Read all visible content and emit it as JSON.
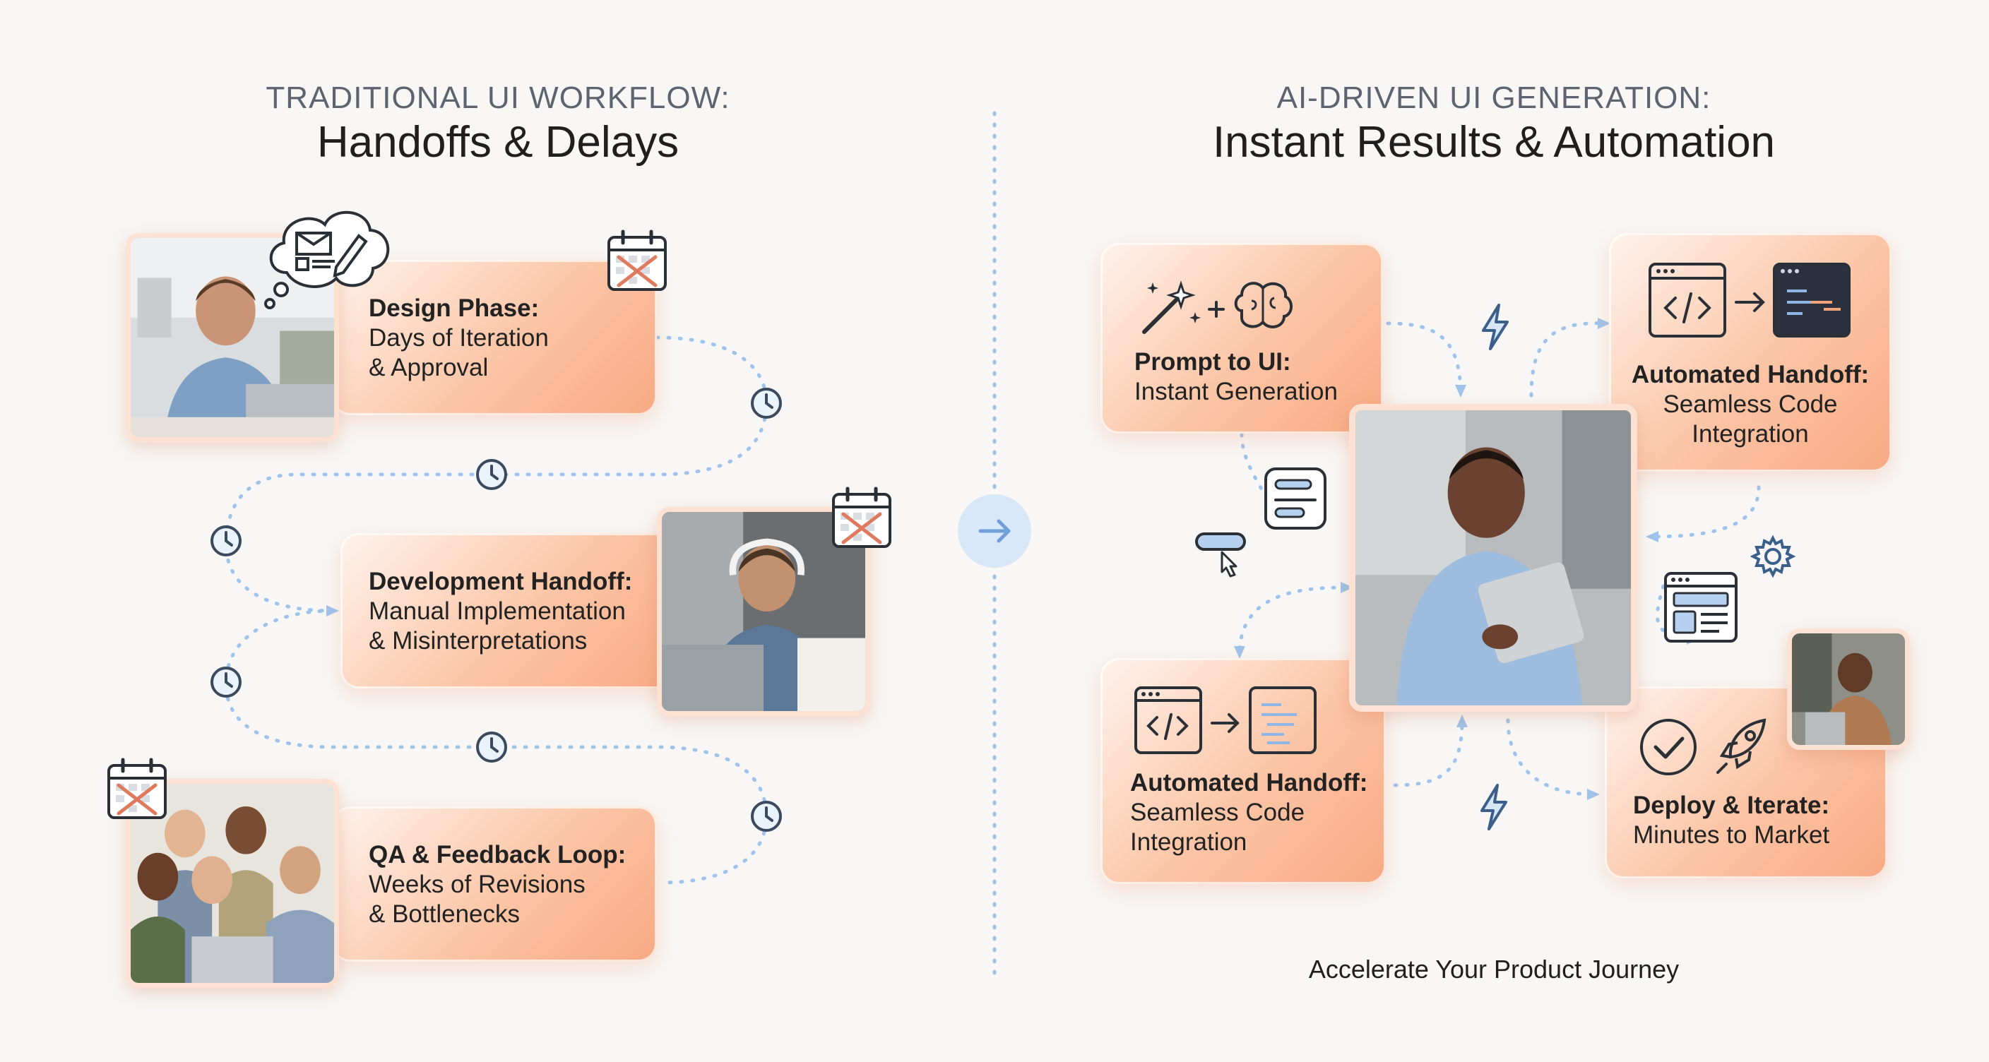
{
  "left": {
    "subtitle": "TRADITIONAL UI WORKFLOW:",
    "title": "Handoffs & Delays",
    "cards": [
      {
        "title": "Design Phase:",
        "lines": [
          "Days of Iteration",
          "& Approval"
        ]
      },
      {
        "title": "Development Handoff:",
        "lines": [
          "Manual Implementation",
          "& Misinterpretations"
        ]
      },
      {
        "title": "QA & Feedback Loop:",
        "lines": [
          "Weeks of Revisions",
          "& Bottlenecks"
        ]
      }
    ]
  },
  "right": {
    "subtitle": "AI-DRIVEN UI GENERATION:",
    "title": "Instant Results & Automation",
    "cards": [
      {
        "title": "Prompt to UI:",
        "lines": [
          "Instant Generation"
        ]
      },
      {
        "title": "Automated Handoff:",
        "lines": [
          "Seamless Code",
          "Integration"
        ]
      },
      {
        "title": "Automated Handoff:",
        "lines": [
          "Seamless Code",
          "Integration"
        ]
      },
      {
        "title": "Deploy & Iterate:",
        "lines": [
          "Minutes to Market"
        ]
      }
    ],
    "tagline": "Accelerate Your Product Journey"
  },
  "icons": {
    "calendar": "calendar-cross-icon",
    "clock": "clock-icon",
    "arrow": "arrow-right-icon",
    "bolt": "lightning-icon",
    "gear": "gear-icon",
    "rocket": "rocket-icon",
    "check": "checkmark-circle-icon",
    "code": "code-window-icon",
    "brain": "brain-icon",
    "wand": "magic-wand-icon"
  },
  "colors": {
    "card_light": "#fff3ec",
    "card_dark": "#f8a983",
    "dotted_line": "#9fc3ea",
    "icon_stroke": "#2b2f36",
    "cross": "#e07a5f"
  }
}
